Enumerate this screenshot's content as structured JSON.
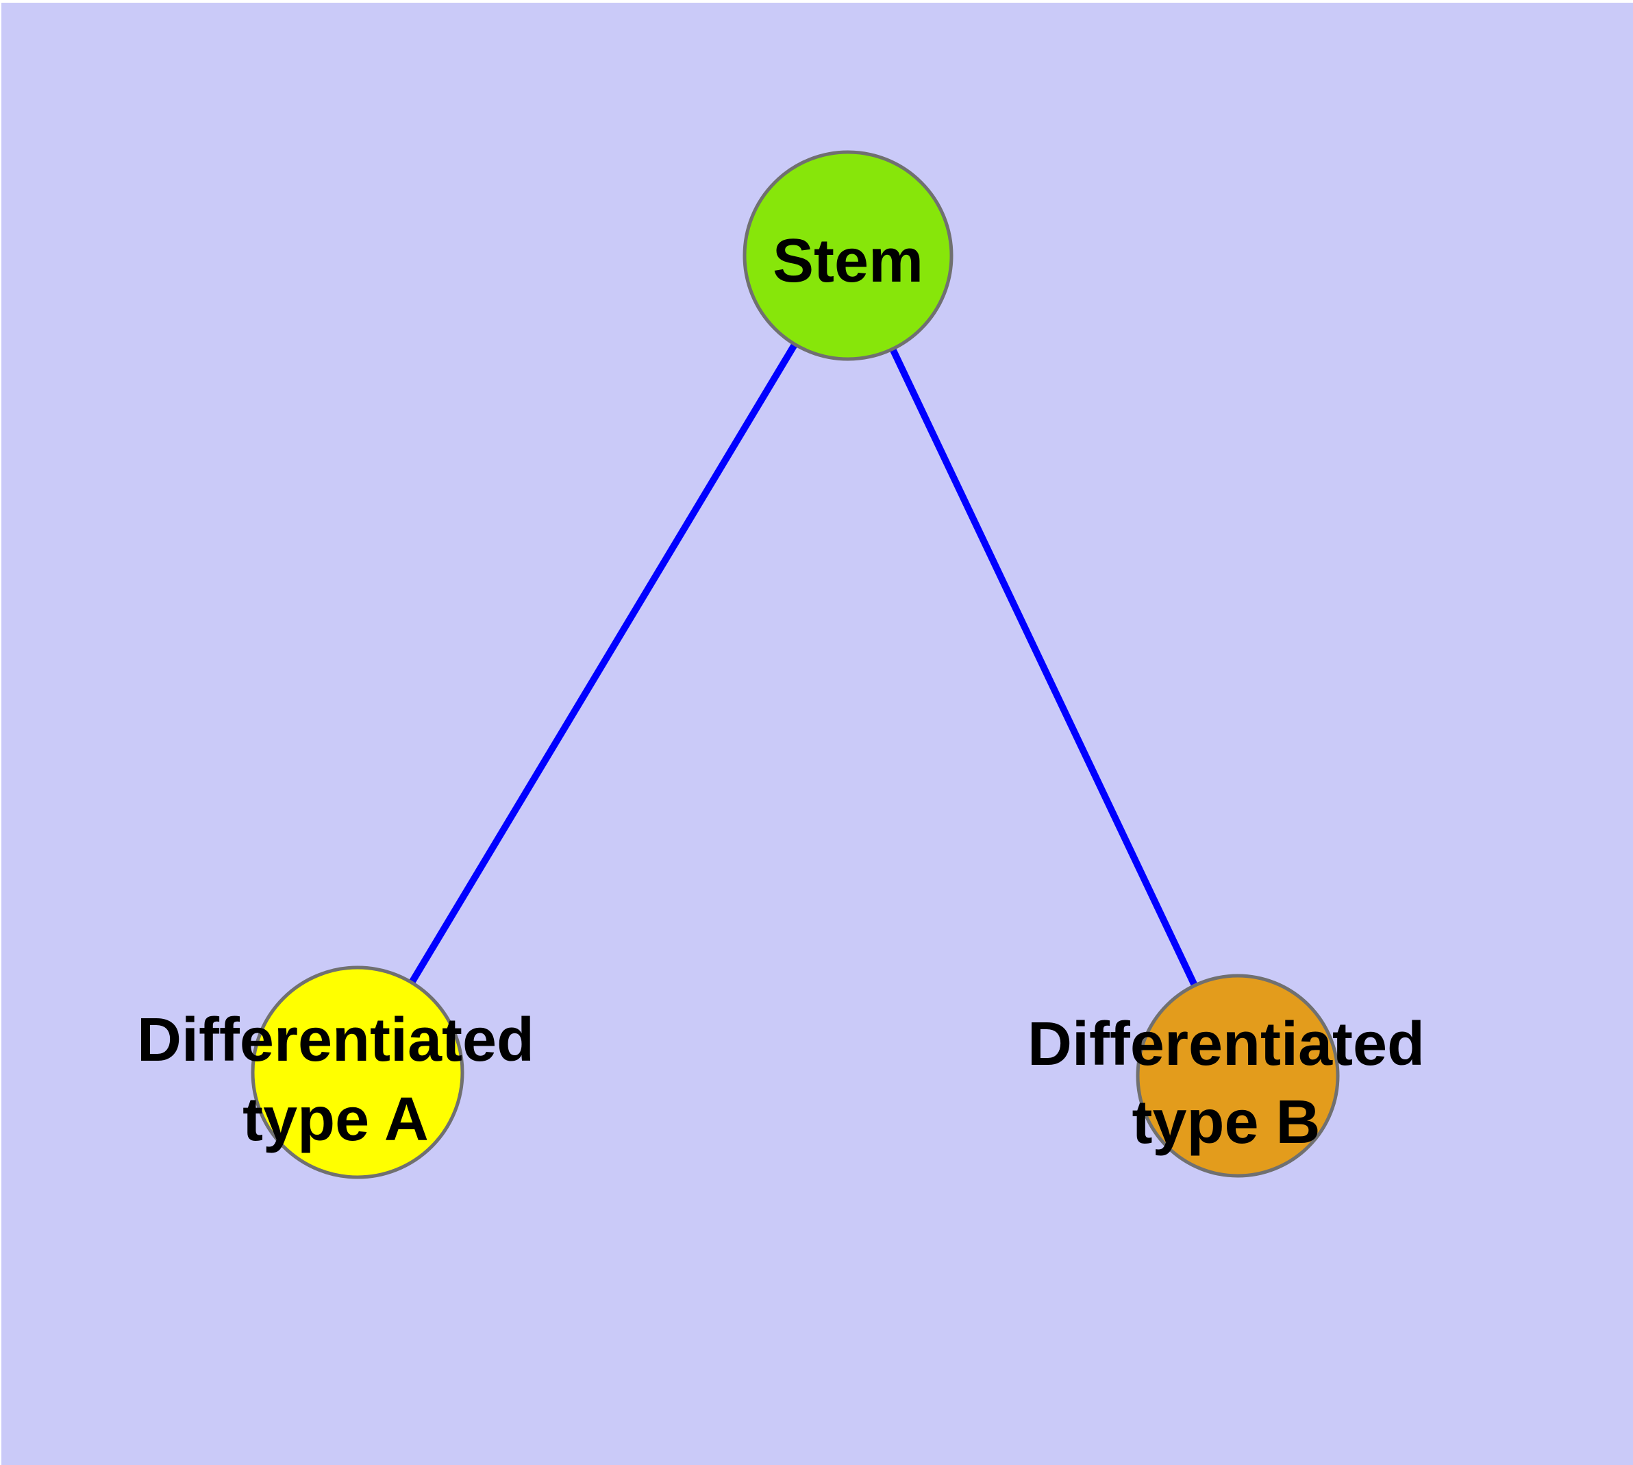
{
  "diagram": {
    "nodes": {
      "stem": {
        "label": "Stem",
        "fill": "#87E60A"
      },
      "type_a": {
        "label_line1": "Differentiated",
        "label_line2": "type A",
        "fill": "#FFFF00"
      },
      "type_b": {
        "label_line1": "Differentiated",
        "label_line2": "type B",
        "fill": "#E39C1C"
      }
    },
    "edges": [
      {
        "from": "Stem",
        "to": "Differentiated type A"
      },
      {
        "from": "Stem",
        "to": "Differentiated type B"
      }
    ],
    "colors": {
      "background": "#CACAF8",
      "node_border": "#707070",
      "edge": "#0000FF",
      "label_text": "#000000"
    }
  }
}
